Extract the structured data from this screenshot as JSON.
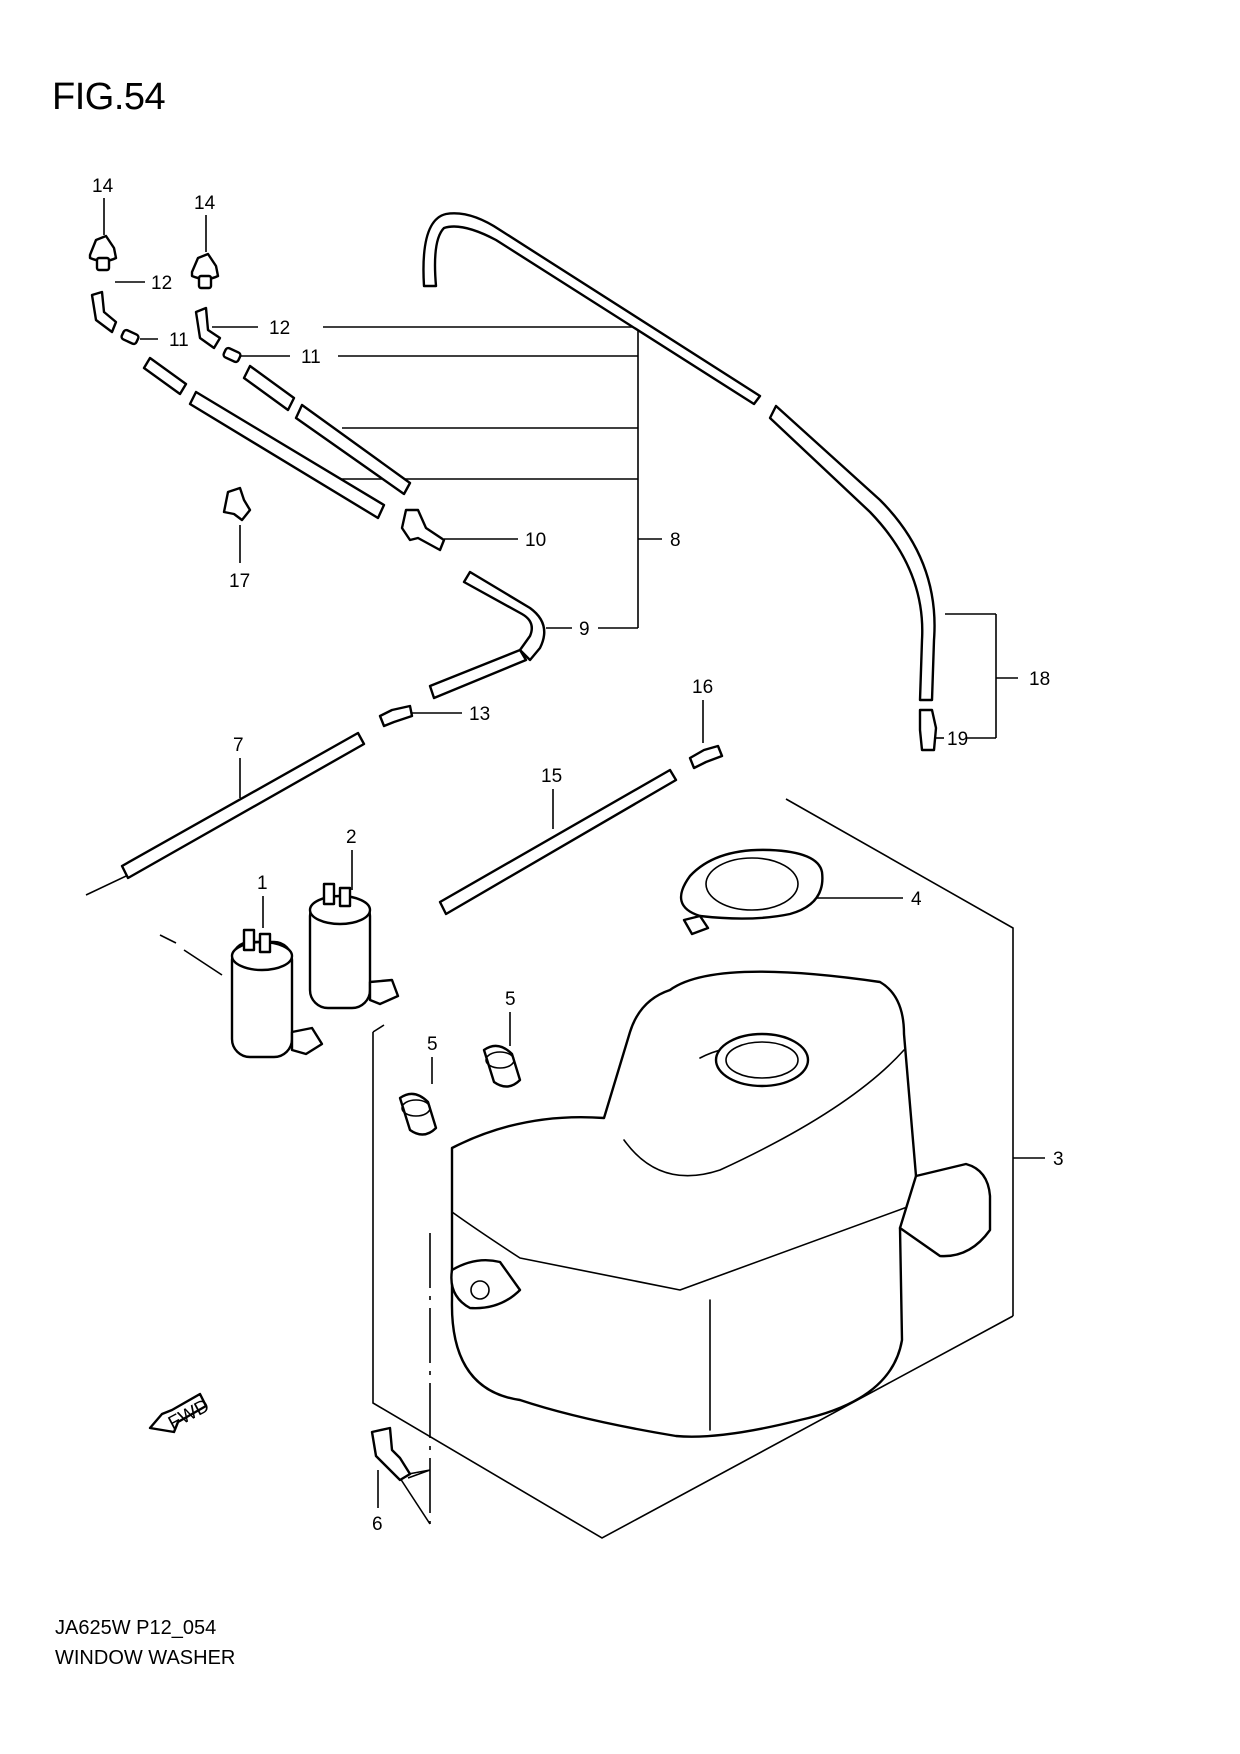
{
  "figure": {
    "title": "FIG.54"
  },
  "footer": {
    "model_code": "JA625W P12_054",
    "caption": "WINDOW WASHER"
  },
  "fwd_badge": "FWD",
  "callouts": {
    "c1": "1",
    "c2": "2",
    "c3": "3",
    "c4": "4",
    "c5a": "5",
    "c5b": "5",
    "c6": "6",
    "c7": "7",
    "c8": "8",
    "c9": "9",
    "c10": "10",
    "c11a": "11",
    "c11b": "11",
    "c12a": "12",
    "c12b": "12",
    "c13": "13",
    "c14a": "14",
    "c14b": "14",
    "c15": "15",
    "c16": "16",
    "c17": "17",
    "c18": "18",
    "c19": "19"
  }
}
